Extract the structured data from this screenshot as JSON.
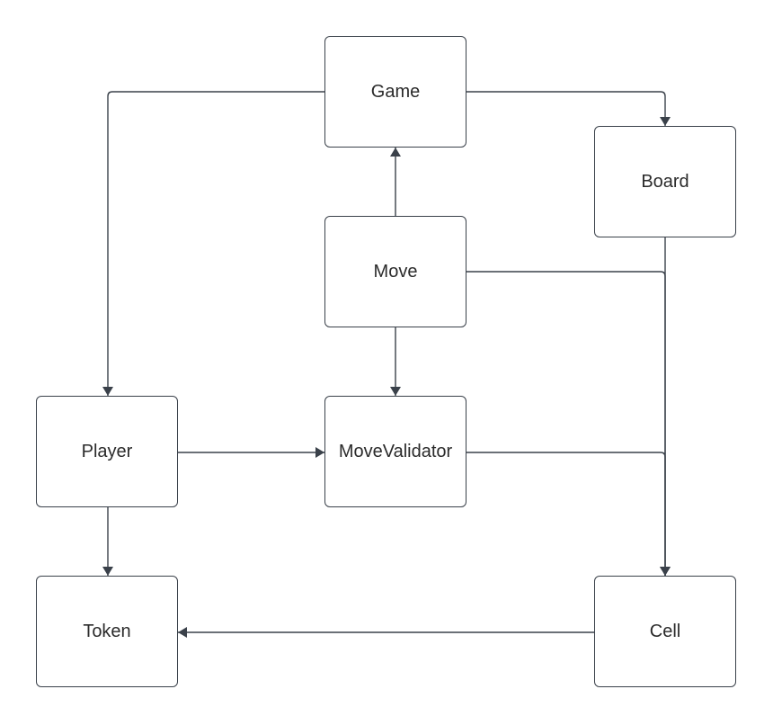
{
  "nodes": {
    "game": "Game",
    "board": "Board",
    "move": "Move",
    "player": "Player",
    "move_validator": "MoveValidator",
    "token": "Token",
    "cell": "Cell"
  },
  "colors": {
    "stroke": "#3a414a",
    "text": "#2b2b2b",
    "background": "#ffffff"
  }
}
